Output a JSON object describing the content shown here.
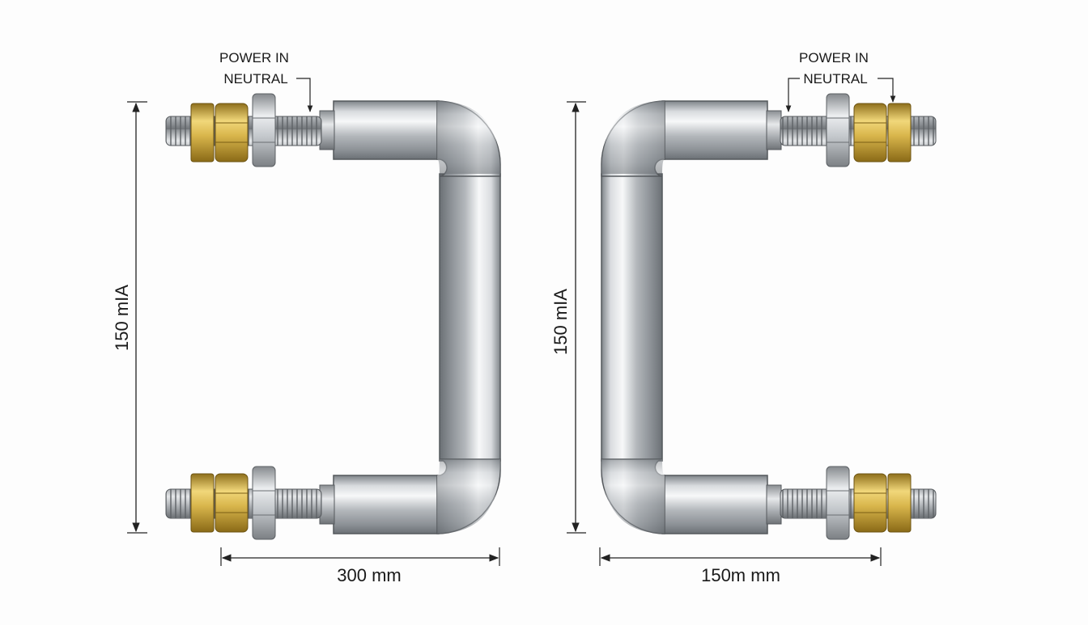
{
  "colors": {
    "background": "#fdfdfd",
    "tube_steel": "#b8bcc0",
    "brass": "#d4b44a",
    "steel_nut": "#c9cdd1",
    "dimension_line": "#222222"
  },
  "left_element": {
    "label_top": "POWER IN",
    "label_bottom": "NEUTRAL",
    "height_dimension": "150 mIA",
    "width_dimension": "300 mm"
  },
  "right_element": {
    "label_top": "POWER IN",
    "label_bottom": "NEUTRAL",
    "height_dimension": "150 mIA",
    "width_dimension": "150m mm"
  },
  "icons": {
    "terminal": "threaded-terminal-icon",
    "hex_nut_brass": "brass-hex-nut-icon",
    "hex_nut_steel": "steel-hex-nut-icon"
  }
}
